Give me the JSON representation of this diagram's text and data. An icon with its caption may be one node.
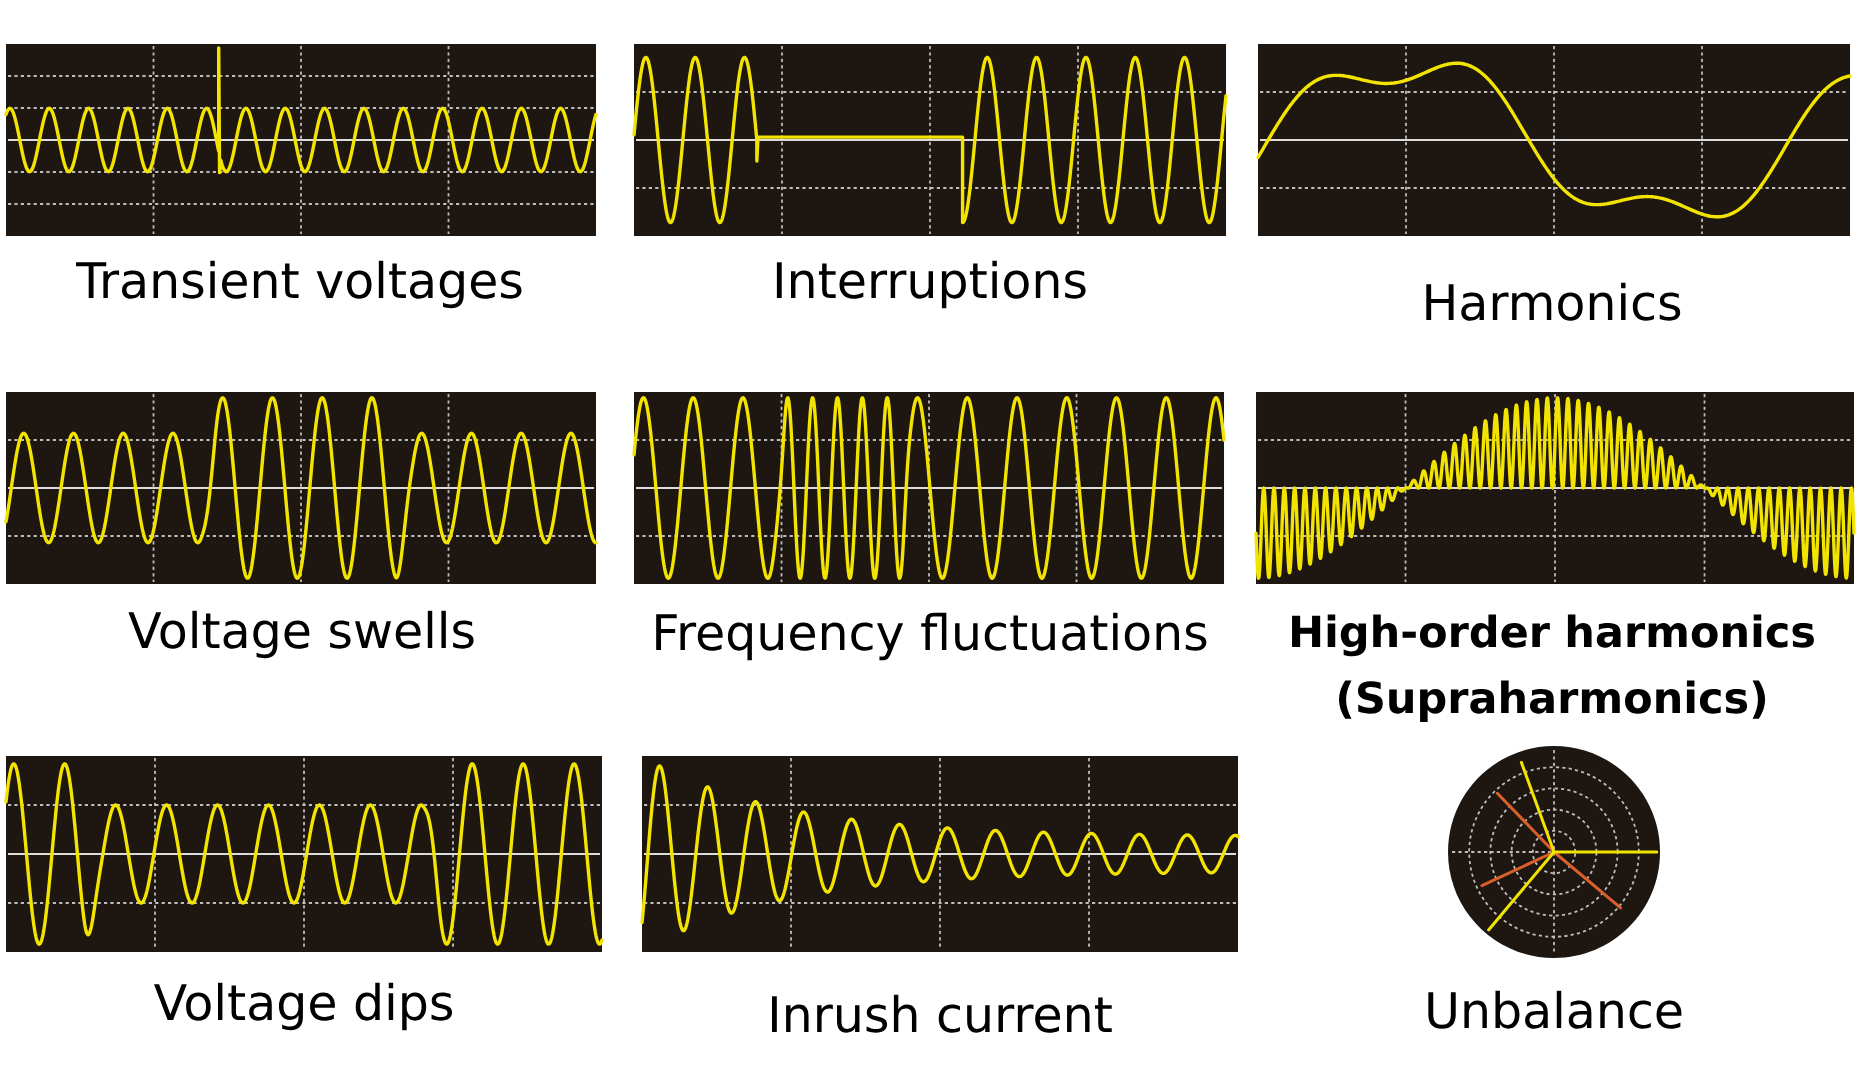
{
  "diagram": {
    "nodes": [
      {
        "text": [
          "Transient voltages"
        ]
      },
      {
        "text": [
          "Interruptions"
        ]
      },
      {
        "text": [
          "Harmonics"
        ]
      },
      {
        "text": [
          "Voltage swells"
        ]
      },
      {
        "text": [
          "Frequency fluctuations"
        ]
      },
      {
        "text": [
          "High-order harmonics (Supraharmonics)"
        ]
      },
      {
        "text": [
          "Voltage dips"
        ]
      },
      {
        "text": [
          "Inrush current"
        ]
      },
      {
        "text": [
          "Unbalance"
        ]
      }
    ]
  }
}
